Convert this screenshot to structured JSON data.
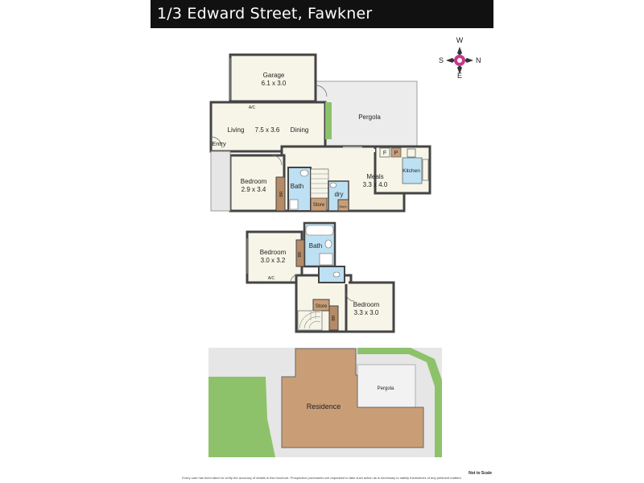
{
  "header": {
    "title": "1/3 Edward Street, Fawkner"
  },
  "compass": {
    "w": "W",
    "n": "N",
    "e": "E",
    "s": "S"
  },
  "ground_floor": {
    "garage": {
      "name": "Garage",
      "dims": "6.1 x 3.0"
    },
    "ac": "A/C",
    "pergola": "Pergola",
    "living": "Living",
    "living_dims": "7.5 x 3.6",
    "dining": "Dining",
    "entry": "Entry",
    "fridge": "F",
    "pantry": "P",
    "kitchen": "Kitchen",
    "meals": {
      "name": "Meals",
      "dims": "3.3 x 4.0"
    },
    "bedroom": {
      "name": "Bedroom",
      "dims": "2.9 x 3.4"
    },
    "br": "BR",
    "bath": "Bath",
    "dry": "dry",
    "store": "Store",
    "store2": "Store"
  },
  "first_floor": {
    "bedroom1": {
      "name": "Bedroom",
      "dims": "3.0 x 3.2"
    },
    "br1": "BR",
    "bath": "Bath",
    "ac": "A/C",
    "store": "Store",
    "bedroom2": {
      "name": "Bedroom",
      "dims": "3.3 x 3.0"
    },
    "br2": "BR"
  },
  "site_plan": {
    "residence": "Residence",
    "pergola": "Pergola"
  },
  "footer": {
    "scale": "Not to Scale",
    "disclaimer": "Every care has been taken to verify the accuracy of details in this brochure. Prospective purchasers are requested to take such action as is necessary to satisfy themselves of any pertinent matters."
  },
  "colors": {
    "floor": "#f6f5e8",
    "wall": "#444444",
    "pergola": "#ececec",
    "wet_area": "#bde0f2",
    "robe": "#b48b66",
    "garden": "#8dc26a",
    "residence": "#c99e77",
    "site": "#e6e6e6",
    "header": "#111111"
  }
}
